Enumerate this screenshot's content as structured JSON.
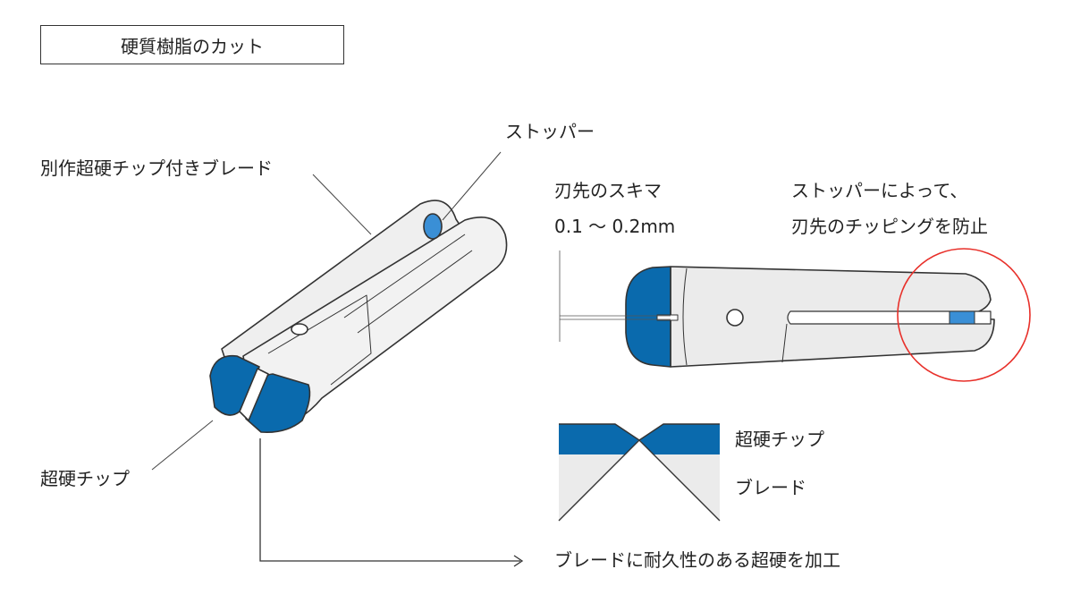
{
  "title": "硬質樹脂のカット",
  "labels": {
    "stopper": "ストッパー",
    "blade_with_chip": "別作超硬チップ付きブレード",
    "gap_title": "刃先のスキマ",
    "gap_value": "0.1 〜 0.2mm",
    "stopper_note_1": "ストッパーによって、",
    "stopper_note_2": "刃先のチッピングを防止",
    "chip": "超硬チップ",
    "legend_chip": "超硬チップ",
    "legend_blade": "ブレード",
    "arrow_note": "ブレードに耐久性のある超硬を加工"
  },
  "colors": {
    "carbide_blue": "#0a6aad",
    "blade_gray": "#ebebeb",
    "outline": "#333333",
    "highlight_circle": "#e8302a",
    "stopper_blue": "#3a8fd6"
  }
}
